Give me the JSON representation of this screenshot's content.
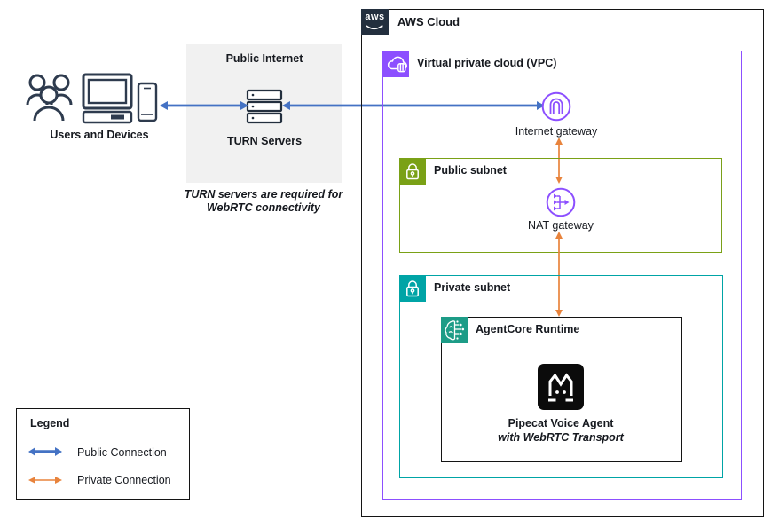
{
  "users": {
    "label": "Users and Devices"
  },
  "public_internet": {
    "title": "Public Internet",
    "server_label": "TURN Servers",
    "note_line1": "TURN servers are required for",
    "note_line2": "WebRTC connectivity"
  },
  "aws_cloud": {
    "logo_text": "aws",
    "label": "AWS Cloud"
  },
  "vpc": {
    "label": "Virtual private cloud (VPC)"
  },
  "internet_gateway": {
    "label": "Internet gateway"
  },
  "public_subnet": {
    "label": "Public subnet"
  },
  "nat_gateway": {
    "label": "NAT gateway"
  },
  "private_subnet": {
    "label": "Private subnet"
  },
  "agentcore": {
    "label": "AgentCore Runtime"
  },
  "pipecat": {
    "name": "Pipecat Voice Agent",
    "subtitle": "with WebRTC Transport"
  },
  "legend": {
    "title": "Legend",
    "items": [
      {
        "label": "Public Connection",
        "color": "#4472C4",
        "style": "thick-double-arrow"
      },
      {
        "label": "Private Connection",
        "color": "#E8833C",
        "style": "thin-double-arrow"
      }
    ]
  },
  "icons": {
    "users": "people-group-icon, desktop-computer-icon, mobile-phone-icon",
    "turn": "server-stack-icon",
    "aws": "aws-logo-icon",
    "vpc": "vpc-cloud-icon",
    "internet_gateway": "internet-gateway-arch-icon",
    "subnets": "padlock-icon",
    "nat_gateway": "nat-gateway-merge-arrows-icon",
    "agentcore": "brain-circuit-icon",
    "pipecat": "cat-face-icon"
  },
  "colors": {
    "public_connection_blue": "#4472C4",
    "private_connection_orange": "#E8833C",
    "vpc_purple": "#8C4FFF",
    "public_subnet_green": "#7AA116",
    "private_subnet_teal": "#00A4A6",
    "agentcore_teal": "#1D9C87",
    "dark_navy": "#232F3E",
    "public_internet_gray": "#F1F1F1"
  }
}
